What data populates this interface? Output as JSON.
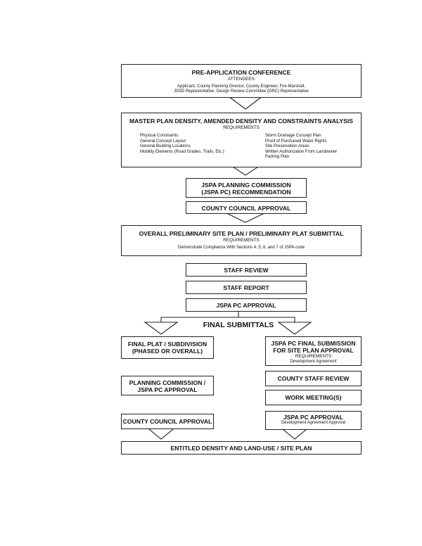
{
  "pre_app": {
    "title": "PRE-APPLICATION CONFERENCE",
    "subtitle": "ATTENDEES",
    "line1": "Applicant, County Planning Director, County Engineer, Fire Marshall,",
    "line2": "JSSD Representative, Design Review Committee (DRC) Representative"
  },
  "master_plan": {
    "title": "MASTER PLAN DENSITY, AMENDED DENSITY AND CONSTRAINTS ANALYSIS",
    "subtitle": "REQUIREMENTS",
    "left_items": [
      "Physical Constraints",
      "General Concept Layout",
      "General Building Locations",
      "Mobility Elements (Road Grades, Trails, Etc.)"
    ],
    "right_items": [
      "Storm Drainage Concept Plan",
      "Proof of Purchased Water Rights",
      "Site Preservation Areas",
      "Written Authorization From Landowner",
      "Parking Plan"
    ]
  },
  "jspa_pc_rec": {
    "line1": "JSPA PLANNING COMMISSION",
    "line2": "(JSPA PC) RECOMMENDATION"
  },
  "county_council_1": {
    "title": "COUNTY COUNCIL APPROVAL"
  },
  "prelim": {
    "title": "OVERALL PRELIMINARY SITE PLAN / PRELIMINARY PLAT SUBMITTAL",
    "subtitle": "REQUIREMENTS",
    "line1": "Demonstrate Compliance With Sections 4, 5, 6, and 7 of JSPA code"
  },
  "staff_review": {
    "title": "STAFF REVIEW"
  },
  "staff_report": {
    "title": "STAFF REPORT"
  },
  "jspa_pc_approval": {
    "title": "JSPA PC APPROVAL"
  },
  "final_submittals": {
    "title": "FINAL SUBMITTALS"
  },
  "final_plat": {
    "line1": "FINAL PLAT / SUBDIVISION",
    "line2": "(PHASED OR OVERALL)"
  },
  "jspa_final": {
    "line1": "JSPA PC FINAL SUBMISSION",
    "line2": "FOR SITE PLAN APPROVAL",
    "subtitle": "REQUIREMENTS",
    "note": "Development Agreement"
  },
  "county_staff_review": {
    "title": "COUNTY STAFF REVIEW"
  },
  "planning_commission": {
    "line1": "PLANNING COMMISSION /",
    "line2": "JSPA PC APPROVAL"
  },
  "work_meeting": {
    "title": "WORK MEETING(S)"
  },
  "county_council_2": {
    "title": "COUNTY COUNCIL APPROVAL"
  },
  "jspa_pc_approval_2": {
    "title": "JSPA PC APPROVAL",
    "note": "Development Agreement Approval"
  },
  "entitled": {
    "title": "ENTITLED DENSITY AND LAND-USE / SITE PLAN"
  }
}
